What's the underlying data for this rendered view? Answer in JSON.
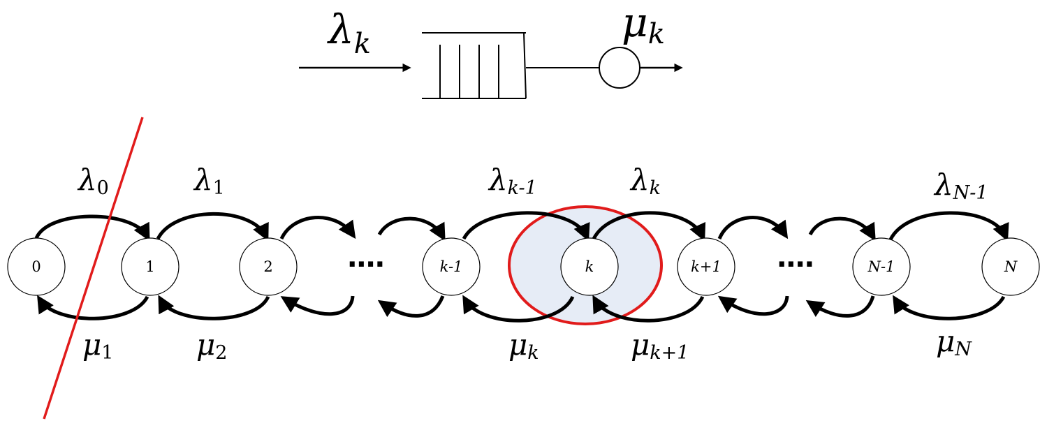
{
  "queue": {
    "arrival_symbol": "λ",
    "arrival_sub": "k",
    "service_symbol": "μ",
    "service_sub": "k"
  },
  "nodes": [
    "0",
    "1",
    "2",
    "k-1",
    "k",
    "k+1",
    "N-1",
    "N"
  ],
  "ellipsis": "····",
  "rates_top": [
    {
      "sym": "λ",
      "sub": "0"
    },
    {
      "sym": "λ",
      "sub": "1"
    },
    {
      "sym": "λ",
      "sub": "k-1"
    },
    {
      "sym": "λ",
      "sub": "k"
    },
    {
      "sym": "λ",
      "sub": "N-1"
    }
  ],
  "rates_bottom": [
    {
      "sym": "μ",
      "sub": "1"
    },
    {
      "sym": "μ",
      "sub": "2"
    },
    {
      "sym": "μ",
      "sub": "k"
    },
    {
      "sym": "μ",
      "sub": "k+1"
    },
    {
      "sym": "μ",
      "sub": "N"
    }
  ],
  "colors": {
    "cut_line": "#e11b1b",
    "highlight_fill": "#e6ecf6",
    "highlight_stroke": "#e11b1b",
    "stroke": "#000000"
  }
}
